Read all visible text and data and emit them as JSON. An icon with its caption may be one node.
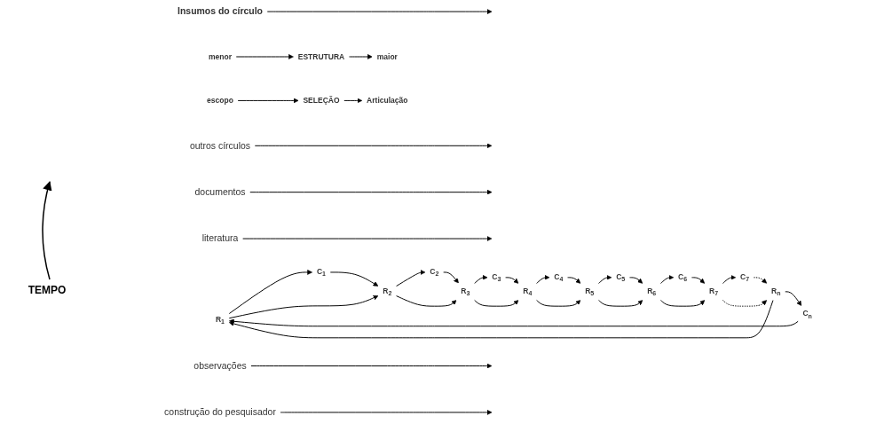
{
  "diagram": {
    "nodes": [
      {
        "text": [
          "R$_{1}$"
        ]
      },
      {
        "text": [
          "C$_{1}$"
        ]
      },
      {
        "text": [
          "R$_{2}$"
        ]
      },
      {
        "text": [
          "C$_{2}$"
        ]
      },
      {
        "text": [
          "R$_{3}$"
        ]
      },
      {
        "text": [
          "C$_{3}$"
        ]
      },
      {
        "text": [
          "R$_{4}$"
        ]
      },
      {
        "text": [
          "C$_{4}$"
        ]
      },
      {
        "text": [
          "R$_{5}$"
        ]
      },
      {
        "text": [
          "C$_{5}$"
        ]
      },
      {
        "text": [
          "R$_{6}$"
        ]
      },
      {
        "text": [
          "C$_{6}$"
        ]
      },
      {
        "text": [
          "R$_{7}$"
        ]
      },
      {
        "text": [
          "C$_{7}$"
        ]
      },
      {
        "text": [
          "R$_{n}$"
        ]
      },
      {
        "text": [
          "C$_{n}$"
        ]
      },
      {
        "text": [
          "maior"
        ]
      },
      {
        "text": [
          "ESTRUTURA"
        ]
      },
      {
        "text": [
          "menor"
        ]
      },
      {
        "text": [
          "escopo"
        ]
      },
      {
        "text": [
          "SELEÇÃO"
        ]
      },
      {
        "text": [
          "Articulação"
        ]
      },
      {
        "text": [
          "Insumos do círculo"
        ]
      },
      {
        "text": [
          "outros círculos"
        ]
      },
      {
        "text": [
          "documentos"
        ]
      },
      {
        "text": [
          "literatura"
        ]
      },
      {
        "text": [
          "observações"
        ]
      },
      {
        "text": [
          "construção do pesquisador"
        ]
      }
    ],
    "edges": [
      {
        "from": 0,
        "to": 1,
        "arrow": "to"
      },
      {
        "from": 1,
        "to": 2,
        "arrow": "to"
      },
      {
        "from": 2,
        "to": 3,
        "arrow": "to"
      },
      {
        "from": 3,
        "to": 4,
        "arrow": "to"
      },
      {
        "from": 4,
        "to": 5,
        "arrow": "to"
      },
      {
        "from": 5,
        "to": 6,
        "arrow": "to"
      },
      {
        "from": 6,
        "to": 7,
        "arrow": "to"
      },
      {
        "from": 7,
        "to": 8,
        "arrow": "to"
      },
      {
        "from": 8,
        "to": 9,
        "arrow": "to"
      },
      {
        "from": 9,
        "to": 10,
        "arrow": "to"
      },
      {
        "from": 10,
        "to": 11,
        "arrow": "to"
      },
      {
        "from": 11,
        "to": 12,
        "arrow": "to"
      },
      {
        "from": 12,
        "to": 13,
        "arrow": "to"
      },
      {
        "from": 13,
        "to": 14,
        "arrow": "to",
        "style": "dashed"
      },
      {
        "from": 14,
        "to": 15,
        "arrow": "to"
      },
      {
        "from": 15,
        "to": 0,
        "arrow": "to"
      },
      {
        "from": 0,
        "to": 2,
        "arrow": "to"
      },
      {
        "from": 2,
        "to": 4,
        "arrow": "to"
      },
      {
        "from": 4,
        "to": 6,
        "arrow": "to"
      },
      {
        "from": 6,
        "to": 8,
        "arrow": "to"
      },
      {
        "from": 8,
        "to": 10,
        "arrow": "to"
      },
      {
        "from": 10,
        "to": 12,
        "arrow": "to"
      },
      {
        "from": 12,
        "to": 14,
        "arrow": "to",
        "style": "dashed"
      },
      {
        "from": 14,
        "to": 0,
        "arrow": "to"
      },
      {
        "from": 18,
        "to": 17,
        "arrow": "to"
      },
      {
        "from": 17,
        "to": 16,
        "arrow": "to"
      },
      {
        "from": 19,
        "to": 20,
        "arrow": "to"
      },
      {
        "from": 20,
        "to": 21,
        "arrow": "to"
      },
      {
        "from": 22,
        "to": null,
        "arrow": "to"
      },
      {
        "from": 23,
        "to": null,
        "arrow": "to"
      },
      {
        "from": 24,
        "to": null,
        "arrow": "to"
      },
      {
        "from": 25,
        "to": null,
        "arrow": "to"
      },
      {
        "from": 26,
        "to": null,
        "arrow": "to"
      },
      {
        "from": 27,
        "to": null,
        "arrow": "to"
      }
    ],
    "labels": [
      "TEMPO"
    ]
  }
}
